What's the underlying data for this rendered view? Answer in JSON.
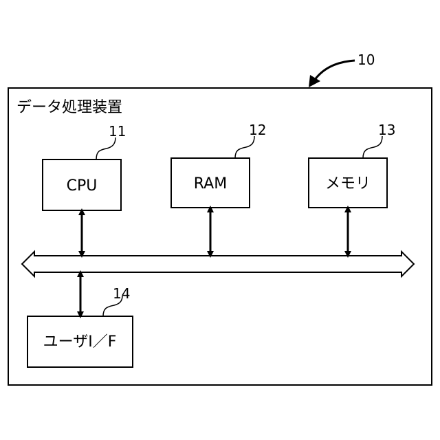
{
  "diagram": {
    "outer": {
      "ref": "10",
      "title": "データ処理装置"
    },
    "blocks": [
      {
        "id": "cpu",
        "label": "CPU",
        "ref": "11"
      },
      {
        "id": "ram",
        "label": "RAM",
        "ref": "12"
      },
      {
        "id": "memory",
        "label": "メモリ",
        "ref": "13"
      },
      {
        "id": "user_if",
        "label": "ユーザI／F",
        "ref": "14"
      }
    ],
    "colors": {
      "stroke": "#000000",
      "background": "#ffffff"
    }
  }
}
